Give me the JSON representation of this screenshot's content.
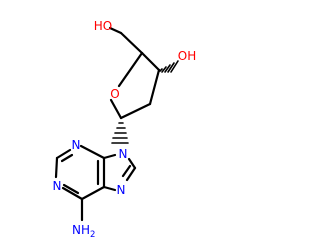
{
  "molecule": {
    "atoms": {
      "hydroxymethyl_oh": {
        "symbol": "HO",
        "color": "#ff0000"
      },
      "ring_oh": {
        "symbol": "OH",
        "color": "#ff0000"
      },
      "ring_o": {
        "symbol": "O",
        "color": "#ff0000"
      },
      "n9": {
        "symbol": "N",
        "color": "#0000ff"
      },
      "n3": {
        "symbol": "N",
        "color": "#0000ff"
      },
      "n1": {
        "symbol": "N",
        "color": "#0000ff"
      },
      "n7": {
        "symbol": "N",
        "color": "#0000ff"
      },
      "amine": {
        "symbol": "NH",
        "subscript": "2",
        "color": "#0000ff"
      }
    }
  }
}
